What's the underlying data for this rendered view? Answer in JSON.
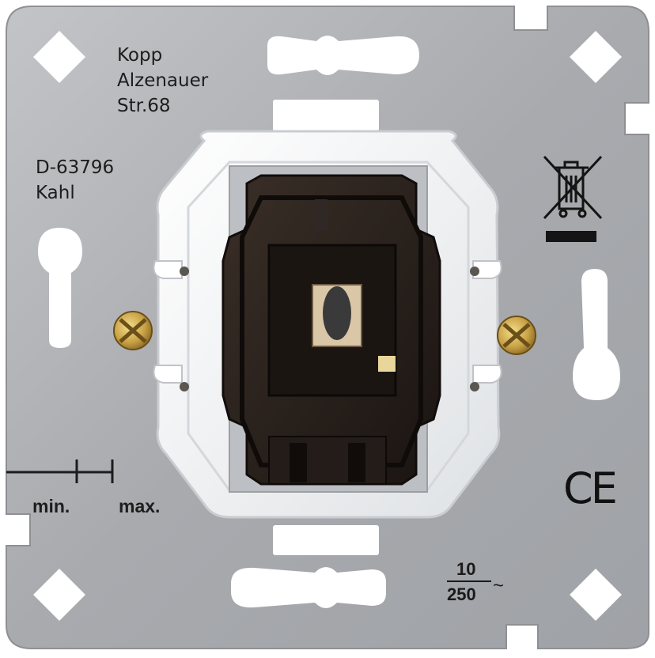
{
  "manufacturer": {
    "name": "Kopp",
    "street": "Alzenauer",
    "number": "Str.68",
    "postal_code": "D-63796",
    "city": "Kahl"
  },
  "strip_gauge": {
    "min_label": "min.",
    "max_label": "max."
  },
  "marks": {
    "ce": "CE",
    "weee_icon": "crossed-out-wheelie-bin-icon"
  },
  "rating": {
    "current": "10",
    "voltage": "250",
    "ac_symbol": "~"
  },
  "colors": {
    "plate": "#a9abae",
    "frame": "#f2f3f4",
    "insert": "#2a211c",
    "screw": "#c8a24a"
  }
}
